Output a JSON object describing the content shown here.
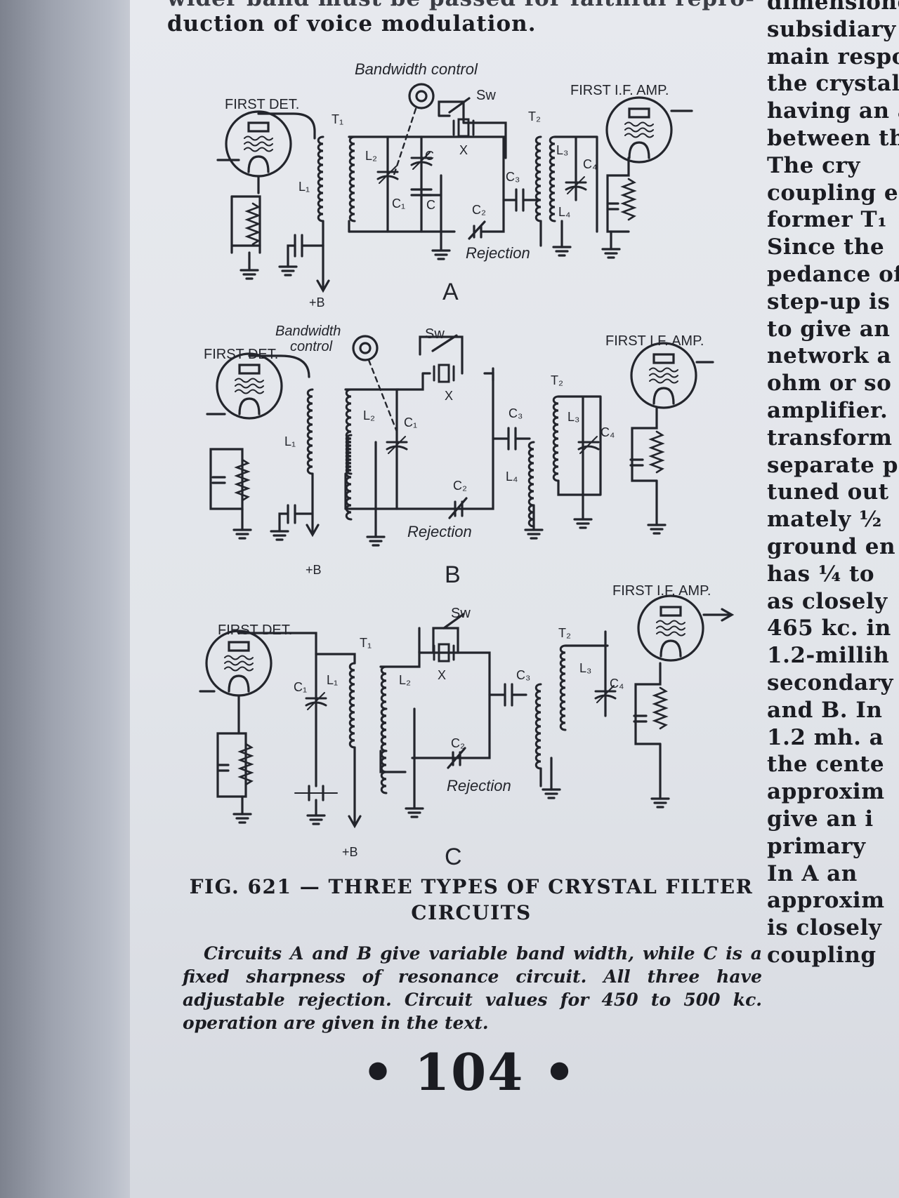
{
  "book_page": {
    "top_text": {
      "cut_line": "wider band must be passed for faithful repro-",
      "line": "duction of voice modulation."
    },
    "right_column_lines": [
      "dimensioned",
      "subsidiary r",
      "main respon",
      "the crystal",
      "having an a",
      "between th",
      "  The cry",
      "coupling e",
      "former T₁",
      "Since the",
      "pedance of",
      "step-up is",
      "to give an",
      "network a",
      "ohm or so",
      "amplifier.",
      "transform",
      "separate p",
      "tuned out",
      "mately ½",
      "ground en",
      "has ¼ to",
      "as closely",
      "465 kc. in",
      "1.2-millih",
      "secondary",
      "and B. In",
      "1.2 mh. a",
      "the cente",
      "approxim",
      "give an i",
      "primary",
      "In A an",
      "approxim",
      "is closely",
      "coupling"
    ],
    "figure": {
      "circuit_a": {
        "letter": "A",
        "bandwidth_label": "Bandwidth control",
        "first_det": "FIRST DET.",
        "first_if": "FIRST I.F. AMP.",
        "sw": "Sw",
        "rejection": "Rejection",
        "b_plus": "+B",
        "t1": "T₁",
        "t2": "T₂",
        "l1": "L₁",
        "l2": "L₂",
        "l3": "L₃",
        "l4": "L₄",
        "c": "C",
        "c1": "C₁",
        "c2": "C₂",
        "c3": "C₃",
        "c4": "C₄",
        "x": "X"
      },
      "circuit_b": {
        "letter": "B",
        "bandwidth_label_1": "Bandwidth",
        "bandwidth_label_2": "control",
        "first_det": "FIRST DET.",
        "first_if": "FIRST I.F. AMP.",
        "sw": "Sw",
        "rejection": "Rejection",
        "b_plus": "+B",
        "t2": "T₂",
        "l1": "L₁",
        "l2": "L₂",
        "l3": "L₃",
        "l4": "L₄",
        "c1": "C₁",
        "c2": "C₂",
        "c3": "C₃",
        "c4": "C₄",
        "x": "X"
      },
      "circuit_c": {
        "letter": "C",
        "first_det": "FIRST DET.",
        "first_if": "FIRST I.F. AMP.",
        "sw": "Sw",
        "rejection": "Rejection",
        "b_plus": "+B",
        "t1": "T₁",
        "t2": "T₂",
        "l1": "L₁",
        "l2": "L₂",
        "l3": "L₃",
        "c1": "C₁",
        "c2": "C₂",
        "c3": "C₃",
        "c4": "C₄",
        "x": "X"
      },
      "title_line1": "FIG. 621 — THREE TYPES OF CRYSTAL FILTER",
      "title_line2": "CIRCUITS",
      "caption": "Circuits A and B give variable band width, while C is a fixed sharpness of resonance circuit. All three have adjustable rejection. Circuit values for 450 to 500 kc. operation are given in the text."
    },
    "page_number": "• 104 •",
    "colors": {
      "ink": "#1b1c22",
      "paper": "#e4e6eb",
      "spine": "#9ea3af"
    }
  }
}
